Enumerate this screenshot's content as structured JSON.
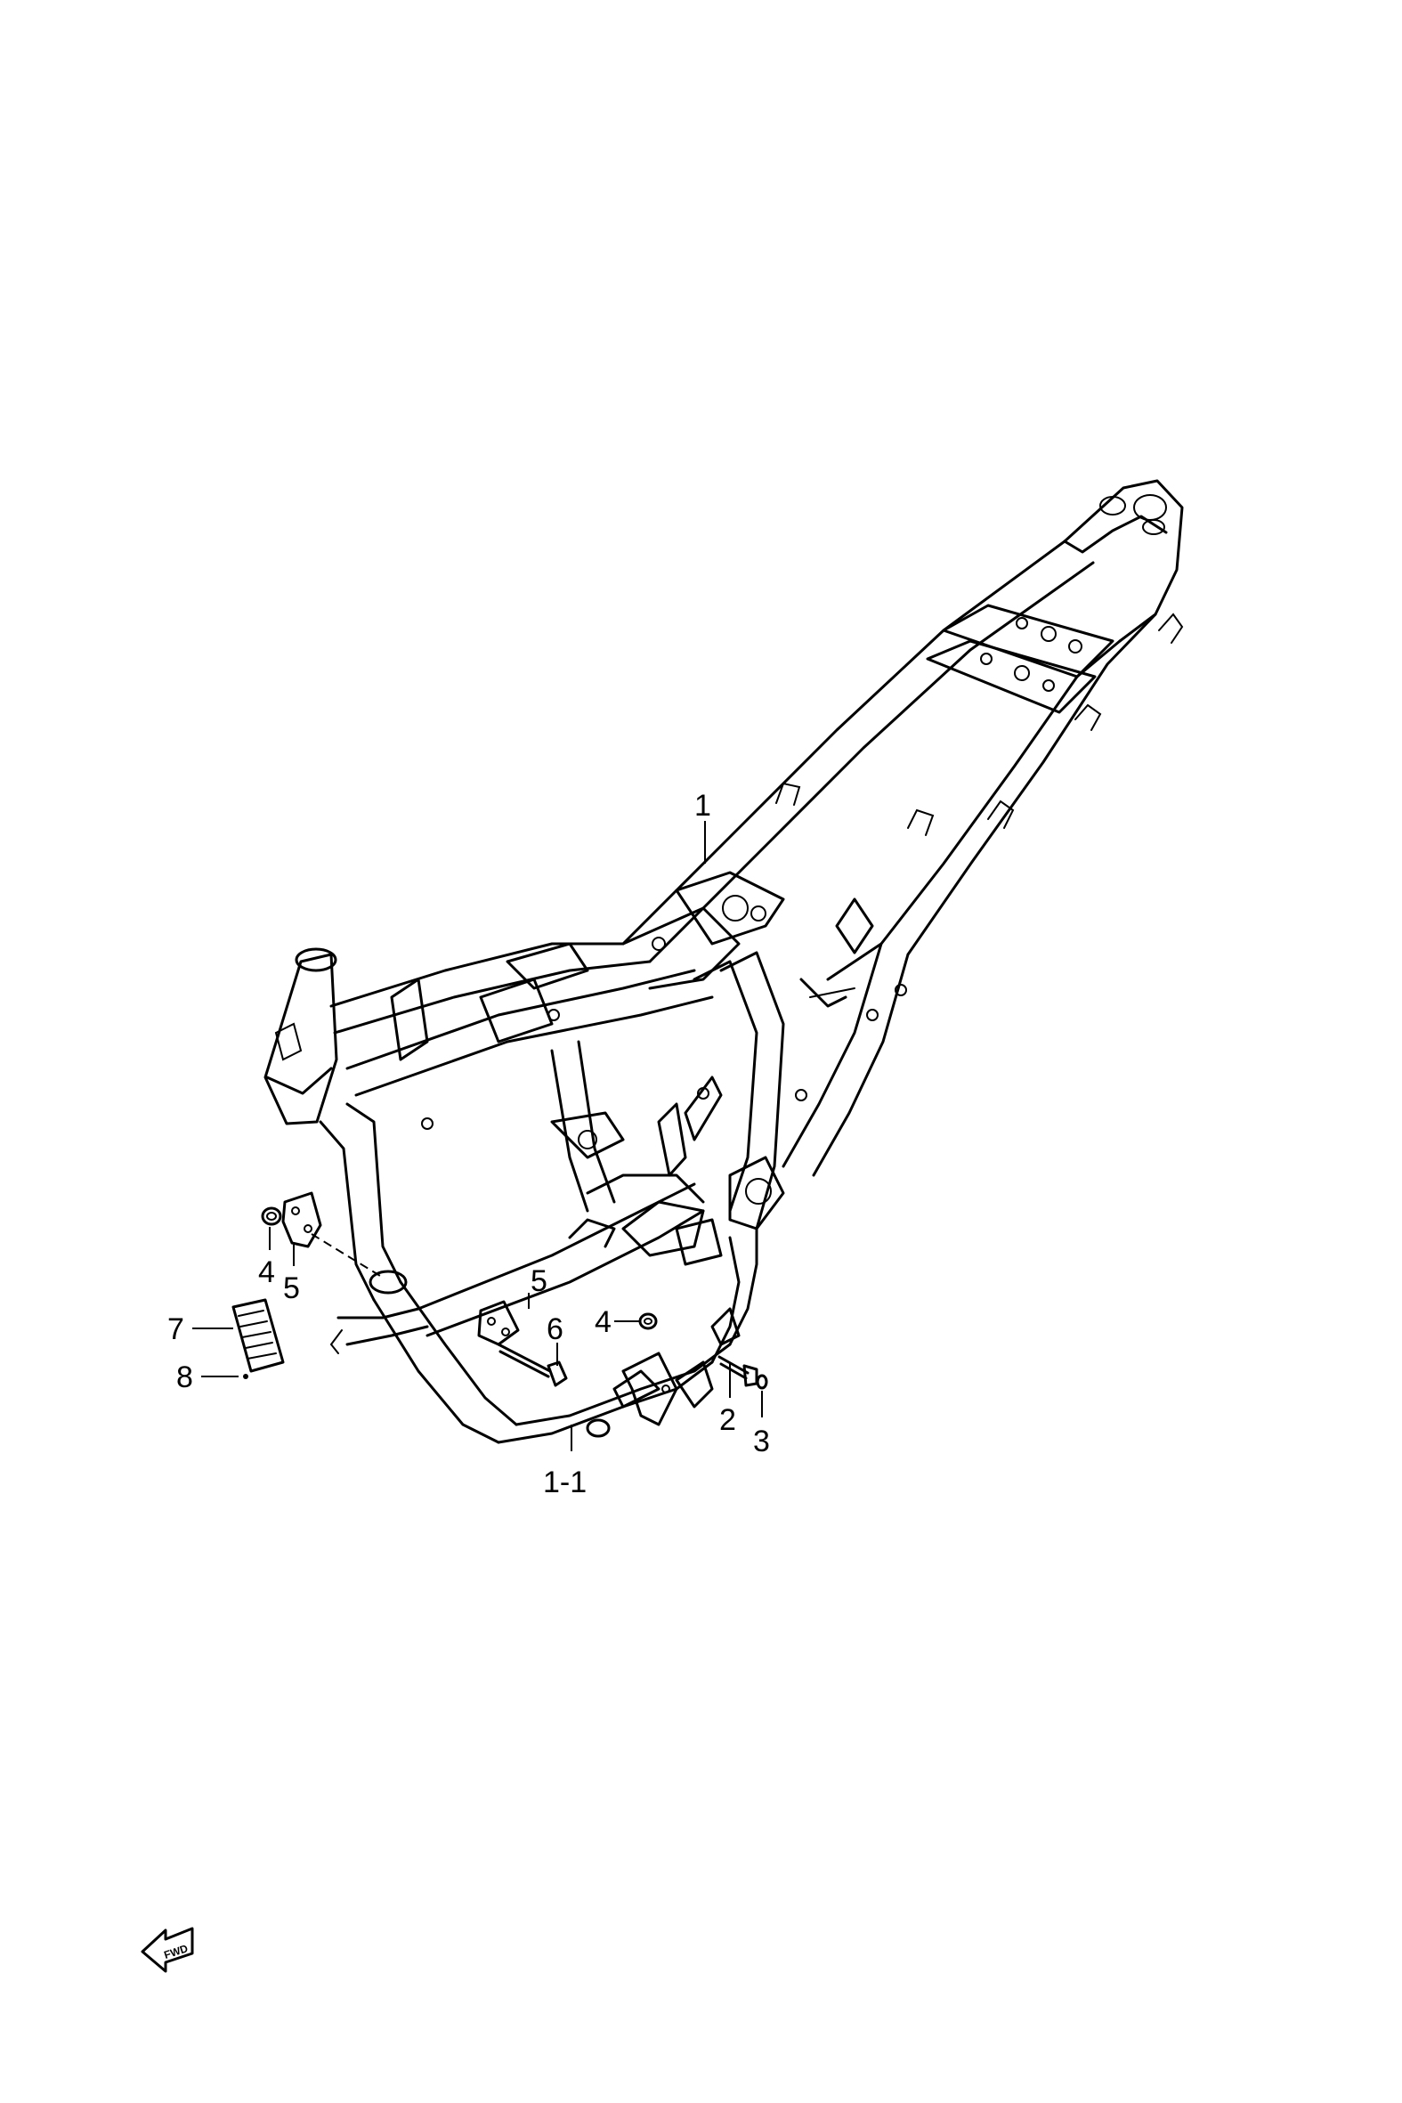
{
  "diagram": {
    "callouts": {
      "frame": "1",
      "frame_sub": "1-1",
      "bolt_short": "2",
      "washer": "3",
      "nut_left": "4",
      "nut_right": "4",
      "bracket_left": "5",
      "bracket_right": "5",
      "bolt_long": "6",
      "plate": "7",
      "rivet": "8"
    },
    "fwd_indicator": {
      "label": "FWD",
      "icon": "arrow-left-icon"
    }
  }
}
